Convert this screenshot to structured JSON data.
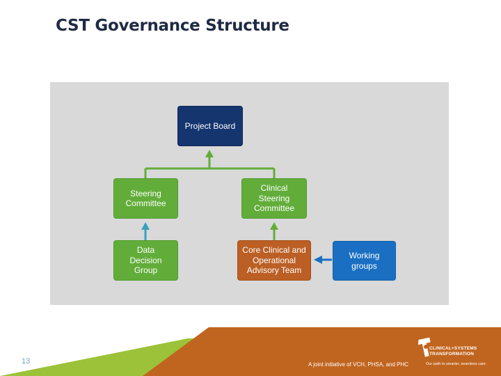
{
  "slide": {
    "title": "CST Governance Structure",
    "page_number": "13"
  },
  "org_chart": {
    "project_board": [
      "Project Board"
    ],
    "steering_committee": [
      "Steering",
      "Committee"
    ],
    "clinical_steering_committee": [
      "Clinical",
      "Steering",
      "Committee"
    ],
    "data_decision_group": [
      "Data",
      "Decision",
      "Group"
    ],
    "core_clinical_operational": [
      "Core Clinical and",
      "Operational",
      "Advisory Team"
    ],
    "working_groups": [
      "Working",
      "groups"
    ]
  },
  "footer": {
    "joint_initiative": "A joint initiative of VCH, PHSA, and PHC",
    "logo_line1": "CLINICAL+SYSTEMS",
    "logo_line2": "TRANSFORMATION",
    "tagline": "Our path to smarter, seamless care"
  },
  "colors": {
    "navy": "#15356f",
    "green": "#62ad3a",
    "orange": "#bb5f25",
    "blue": "#1a6fc2",
    "panel": "#d9d9d9",
    "footer_orange": "#c0651f",
    "footer_green": "#9cc23a"
  }
}
